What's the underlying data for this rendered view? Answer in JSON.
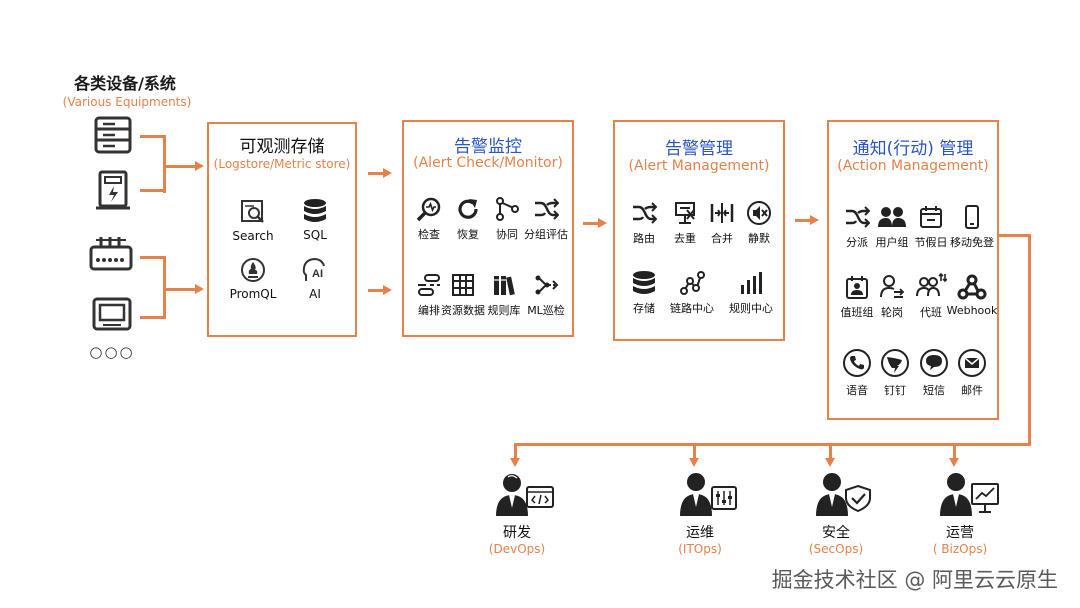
{
  "devices": {
    "title": "各类设备/系统",
    "subtitle": "(Various Equipments)",
    "more": "○○○"
  },
  "storage": {
    "title": "可观测存储",
    "subtitle": "(Logstore/Metric store)",
    "items": [
      {
        "icon": "search-doc-icon",
        "label": "Search"
      },
      {
        "icon": "database-icon",
        "label": "SQL"
      },
      {
        "icon": "promql-flame-icon",
        "label": "PromQL"
      },
      {
        "icon": "ai-head-icon",
        "label": "AI"
      }
    ]
  },
  "alert_check": {
    "title": "告警监控",
    "subtitle": "(Alert Check/Monitor)",
    "items": [
      {
        "icon": "magnifier-pulse-icon",
        "label": "检查"
      },
      {
        "icon": "refresh-icon",
        "label": "恢复"
      },
      {
        "icon": "share-nodes-icon",
        "label": "协同"
      },
      {
        "icon": "shuffle-icon",
        "label": "分组评估"
      },
      {
        "icon": "orchestrate-icon",
        "label": "编排"
      },
      {
        "icon": "table-grid-icon",
        "label": "资源数据"
      },
      {
        "icon": "books-icon",
        "label": "规则库"
      },
      {
        "icon": "ml-flow-icon",
        "label": "ML巡检"
      }
    ]
  },
  "alert_mgmt": {
    "title": "告警管理",
    "subtitle": "(Alert Management)",
    "items": [
      {
        "icon": "shuffle-icon",
        "label": "路由"
      },
      {
        "icon": "dedupe-icon",
        "label": "去重"
      },
      {
        "icon": "merge-icon",
        "label": "合并"
      },
      {
        "icon": "mute-icon",
        "label": "静默"
      },
      {
        "icon": "database-icon",
        "label": "存储"
      },
      {
        "icon": "link-nodes-icon",
        "label": "链路中心"
      },
      {
        "icon": "bar-chart-icon",
        "label": "规则中心"
      }
    ]
  },
  "action_mgmt": {
    "title": "通知(行动) 管理",
    "subtitle": "(Action Management)",
    "items": [
      {
        "icon": "shuffle-icon",
        "label": "分派"
      },
      {
        "icon": "user-group-icon",
        "label": "用户组"
      },
      {
        "icon": "calendar-icon",
        "label": "节假日"
      },
      {
        "icon": "mobile-icon",
        "label": "移动免登"
      },
      {
        "icon": "duty-calendar-icon",
        "label": "值班组"
      },
      {
        "icon": "user-rotate-icon",
        "label": "轮岗"
      },
      {
        "icon": "substitute-icon",
        "label": "代班"
      },
      {
        "icon": "webhook-icon",
        "label": "Webhook"
      },
      {
        "icon": "phone-icon",
        "label": "语音"
      },
      {
        "icon": "dingtalk-icon",
        "label": "钉钉"
      },
      {
        "icon": "sms-icon",
        "label": "短信"
      },
      {
        "icon": "mail-icon",
        "label": "邮件"
      }
    ]
  },
  "teams": [
    {
      "icon": "person-code-icon",
      "name": "研发",
      "sub": "(DevOps)"
    },
    {
      "icon": "person-controls-icon",
      "name": "运维",
      "sub": "(ITOps)"
    },
    {
      "icon": "person-shield-icon",
      "name": "安全",
      "sub": "(SecOps)"
    },
    {
      "icon": "person-chart-icon",
      "name": "运营",
      "sub": "( BizOps)"
    }
  ],
  "watermark": "掘金技术社区 @ 阿里云云原生",
  "colors": {
    "accent": "#e5824b",
    "title_blue": "#2a55c8"
  }
}
